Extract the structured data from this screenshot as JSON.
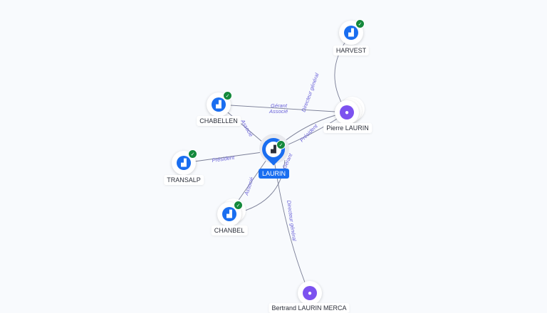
{
  "colors": {
    "background": "#f8fafd",
    "company": "#1a6ef0",
    "person": "#7c52ef",
    "verified": "#14893c",
    "edge_label": "#6b63d9"
  },
  "center": {
    "name": "LAURIN",
    "icon": "building-icon",
    "verified": true
  },
  "nodes": {
    "harvest": {
      "name": "HARVEST",
      "type": "company",
      "icon": "building-icon",
      "verified": true
    },
    "chabellen": {
      "name": "CHABELLEN",
      "type": "company",
      "icon": "building-icon",
      "verified": true
    },
    "transalp": {
      "name": "TRANSALP",
      "type": "company",
      "icon": "building-icon",
      "verified": true
    },
    "chanbel": {
      "name": "CHANBEL",
      "type": "company",
      "icon": "building-icon",
      "verified": true
    },
    "pierre": {
      "name": "Pierre LAURIN",
      "type": "person",
      "icon": "person-icon"
    },
    "bottom_person": {
      "name": "Bertrand LAURIN MERCA",
      "type": "person",
      "icon": "person-icon"
    }
  },
  "edges": {
    "pierre_harvest": "Directeur général",
    "pierre_chabellen_1": "Gérant",
    "pierre_chabellen_2": "Associé",
    "chabellen_laurin": "Associé",
    "laurin_transalp": "Président",
    "pierre_laurin_1": "Président",
    "pierre_laurin_2": "Gérant",
    "laurin_chanbel": "Associé",
    "bottom_laurin": "Directeur général"
  }
}
